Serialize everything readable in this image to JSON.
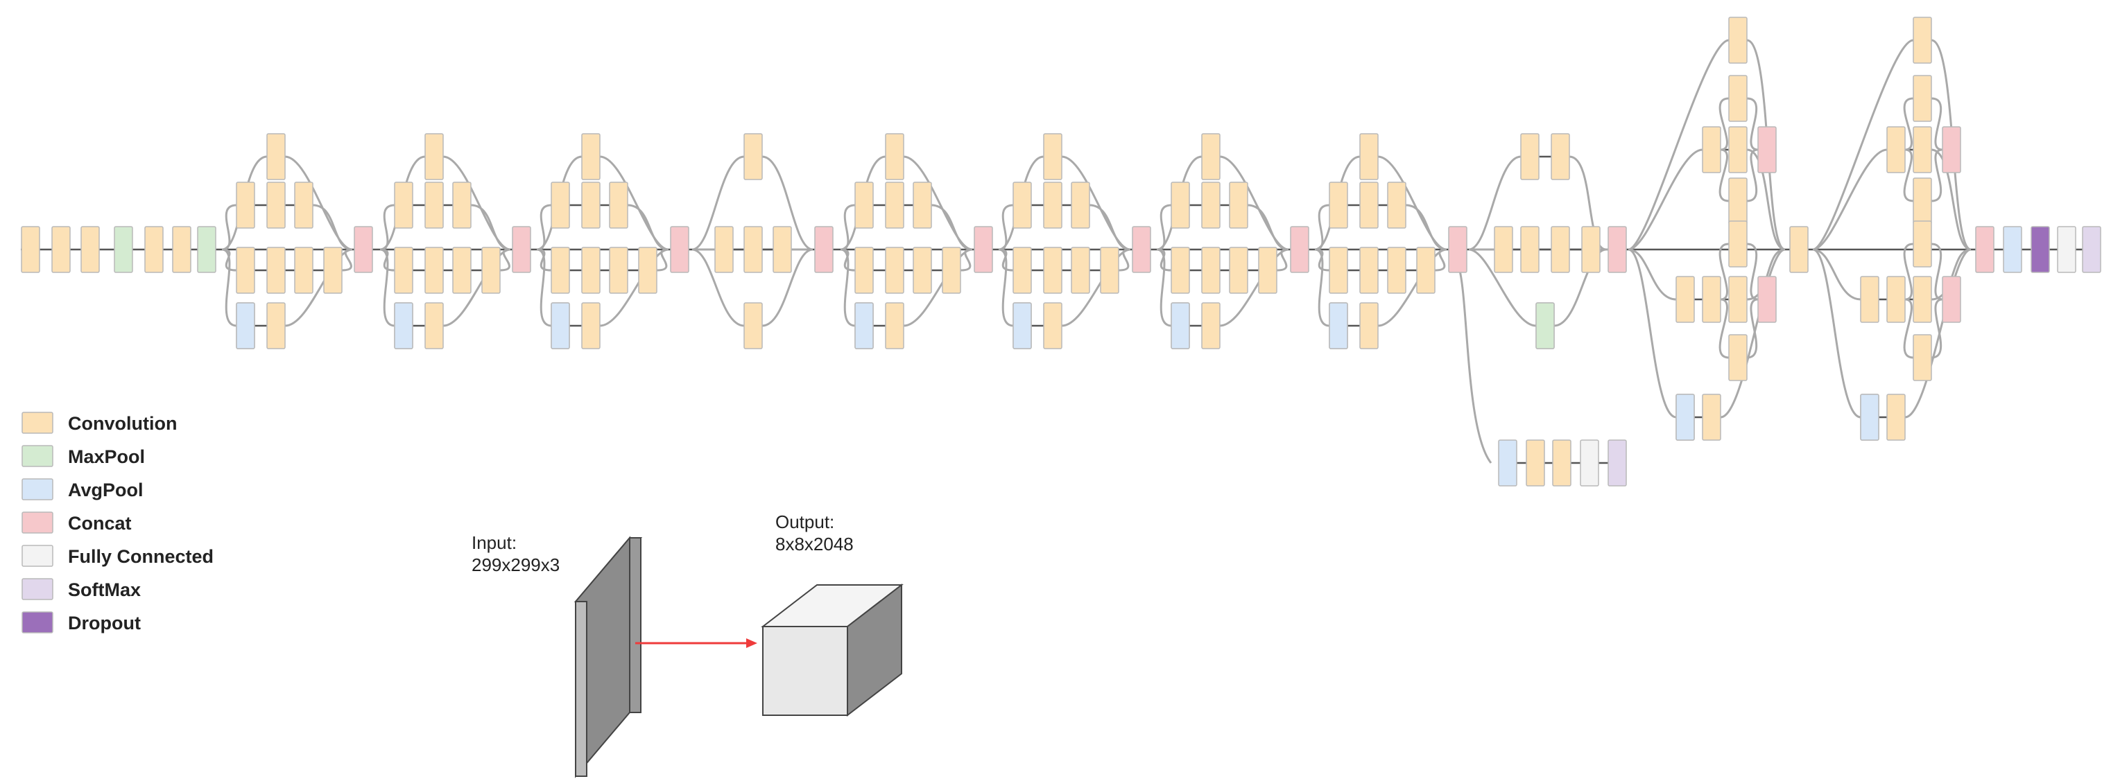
{
  "colors": {
    "convolution": "#fce1b6",
    "maxpool": "#d4ebd1",
    "avgpool": "#d6e6f8",
    "concat": "#f6c8cb",
    "fully_connected": "#f3f3f3",
    "softmax": "#e1d7ec",
    "dropout": "#9b6fba"
  },
  "legend": [
    {
      "label": "Convolution",
      "type": "convolution"
    },
    {
      "label": "MaxPool",
      "type": "maxpool"
    },
    {
      "label": "AvgPool",
      "type": "avgpool"
    },
    {
      "label": "Concat",
      "type": "concat"
    },
    {
      "label": "Fully Connected",
      "type": "fully_connected"
    },
    {
      "label": "SoftMax",
      "type": "softmax"
    },
    {
      "label": "Dropout",
      "type": "dropout"
    }
  ],
  "input": {
    "label": "Input:",
    "shape": "299x299x3"
  },
  "output": {
    "label": "Output:",
    "shape": "8x8x2048"
  }
}
